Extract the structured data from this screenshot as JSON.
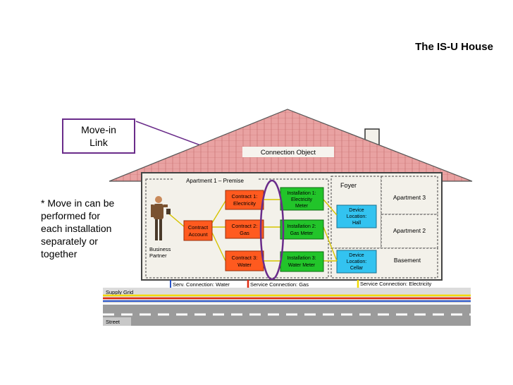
{
  "title": "The IS-U House",
  "callout": {
    "line1": "Move-in",
    "line2": "Link"
  },
  "note": [
    "* Move in can be",
    "performed for",
    "each installation",
    "separately or",
    "together"
  ],
  "house": {
    "roof_label": "Connection Object",
    "apartment1_label": "Apartment 1 – Premise",
    "business_partner": [
      "Business",
      "Partner"
    ],
    "contract_account": [
      "Contract",
      "Account"
    ],
    "contracts": [
      {
        "line1": "Contract 1:",
        "line2": "Electricity"
      },
      {
        "line1": "Contract 2:",
        "line2": "Gas"
      },
      {
        "line1": "Contract 3:",
        "line2": "Water"
      }
    ],
    "installations": [
      {
        "line1": "Installation 1:",
        "line2": "Electricity",
        "line3": "Meter"
      },
      {
        "line1": "Installation 2:",
        "line2": "Gas Meter",
        "line3": ""
      },
      {
        "line1": "Installation 3:",
        "line2": "Water Meter",
        "line3": ""
      }
    ],
    "foyer": "Foyer",
    "device_hall": [
      "Device",
      "Location:",
      "Hall"
    ],
    "device_cellar": [
      "Device",
      "Location:",
      "Cellar"
    ],
    "apartment3": "Apartment 3",
    "apartment2": "Apartment 2",
    "basement": "Basement"
  },
  "services": {
    "water": "Serv. Connection: Water",
    "gas": "Service Connection: Gas",
    "electricity": "Service Connection: Electricity"
  },
  "supply_grid": "Supply Grid",
  "street": "Street",
  "colors": {
    "contract": "#ff5a1f",
    "installation": "#22c42a",
    "device": "#33c3f0",
    "roof": "#e8a0a0",
    "house": "#f3f1ea",
    "callout_border": "#6a2c8a"
  }
}
